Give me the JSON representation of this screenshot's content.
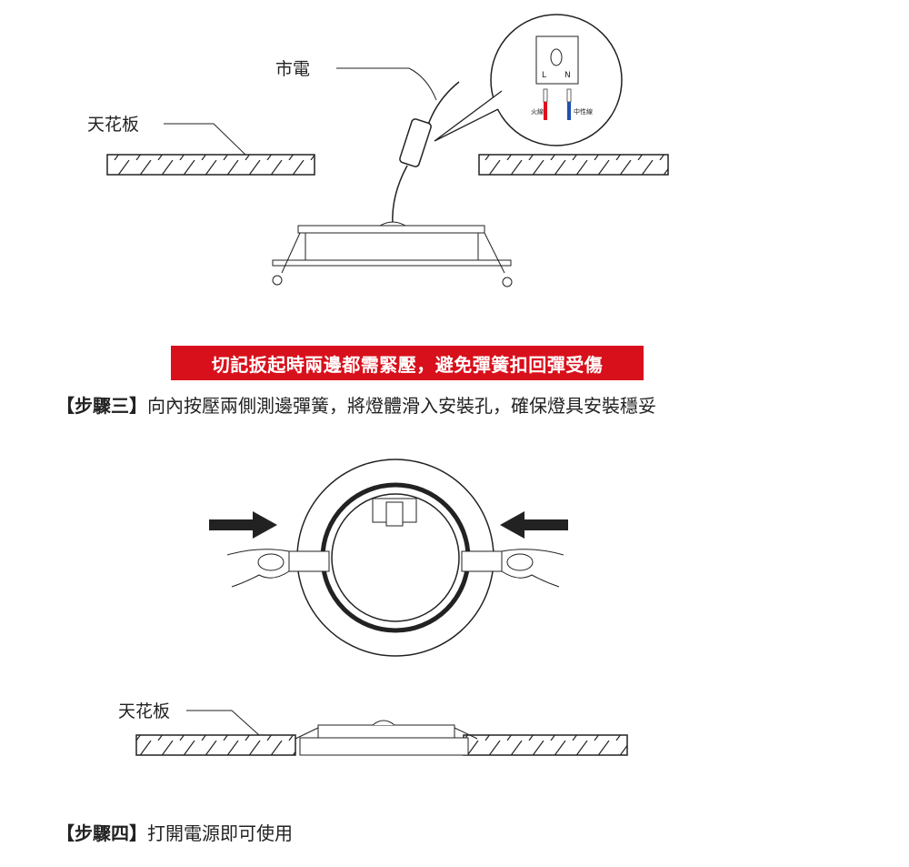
{
  "step2_diagram": {
    "mains_label": "市電",
    "ceiling_label": "天花板",
    "terminal_live": "L",
    "terminal_neutral": "N",
    "live_wire_label": "火線",
    "neutral_wire_label": "中性線",
    "colors": {
      "live": "#e0101c",
      "neutral": "#1f4fb0"
    }
  },
  "warning_banner": "切記扳起時兩邊都需緊壓，避免彈簧扣回彈受傷",
  "step3": {
    "tag": "【步驟三】",
    "text": "向內按壓兩側測邊彈簧，將燈體滑入安裝孔，確保燈具安裝穩妥"
  },
  "step3_diagram": {
    "ceiling_label": "天花板"
  },
  "step4": {
    "tag": "【步驟四】",
    "text": "打開電源即可使用"
  },
  "colors": {
    "banner": "#d8101b"
  }
}
